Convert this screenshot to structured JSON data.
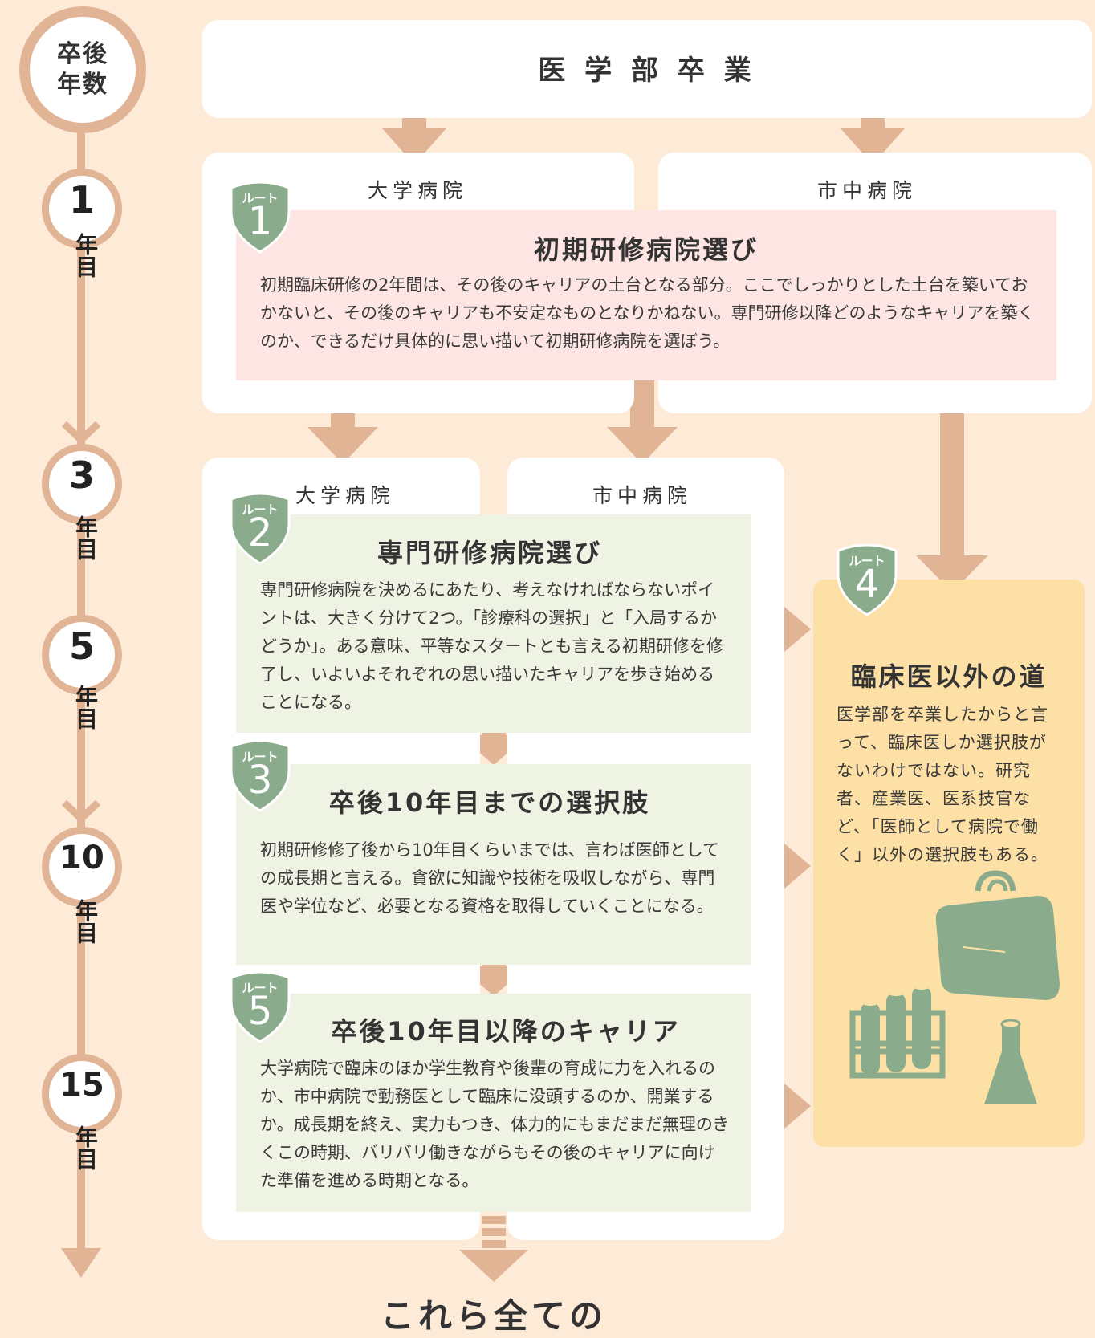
{
  "timeline": {
    "header": "卒後\n年数",
    "unit": "年目",
    "marks": [
      "1",
      "3",
      "5",
      "10",
      "15"
    ]
  },
  "top": {
    "title": "医 学 部 卒 業"
  },
  "columns": {
    "left": "大学病院",
    "right": "市中病院"
  },
  "routes": [
    {
      "badge": "ルート",
      "num": "1",
      "title": "初期研修病院選び",
      "body": "初期臨床研修の2年間は、その後のキャリアの土台となる部分。ここでしっかりとした土台を築いておかないと、その後のキャリアも不安定なものとなりかねない。専門研修以降どのようなキャリアを築くのか、できるだけ具体的に思い描いて初期研修病院を選ぼう。"
    },
    {
      "badge": "ルート",
      "num": "2",
      "title": "専門研修病院選び",
      "body": "専門研修病院を決めるにあたり、考えなければならないポイントは、大きく分けて2つ。「診療科の選択」と「入局するかどうか」。ある意味、平等なスタートとも言える初期研修を修了し、いよいよそれぞれの思い描いたキャリアを歩き始めることになる。"
    },
    {
      "badge": "ルート",
      "num": "3",
      "title": "卒後10年目までの選択肢",
      "body": "初期研修修了後から10年目くらいまでは、言わば医師としての成長期と言える。貪欲に知識や技術を吸収しながら、専門医や学位など、必要となる資格を取得していくことになる。"
    },
    {
      "badge": "ルート",
      "num": "4",
      "title": "臨床医以外の道",
      "body": "医学部を卒業したからと言って、臨床医しか選択肢がないわけではない。研究者、産業医、医系技官など、「医師として病院で働く」以外の選択肢もある。"
    },
    {
      "badge": "ルート",
      "num": "5",
      "title": "卒後10年目以降のキャリア",
      "body": "大学病院で臨床のほか学生教育や後輩の育成に力を入れるのか、市中病院で勤務医として臨床に没頭するのか、開業するか。成長期を終え、実力もつき、体力的にもまだまだ無理のきくこの時期、バリバリ働きながらもその後のキャリアに向けた準備を進める時期となる。"
    }
  ],
  "bottom": {
    "text": "これら全ての"
  },
  "colors": {
    "background": "#fdebd8",
    "arrow": "#e2b496",
    "route1_panel": "#fde5e3",
    "route_panel_green": "#eef3e3",
    "route4_panel": "#fde0a6",
    "badge": "#8aab8c",
    "illustration": "#8aab8c"
  },
  "icons": [
    "bag-icon",
    "test-tubes-icon",
    "flask-icon"
  ]
}
